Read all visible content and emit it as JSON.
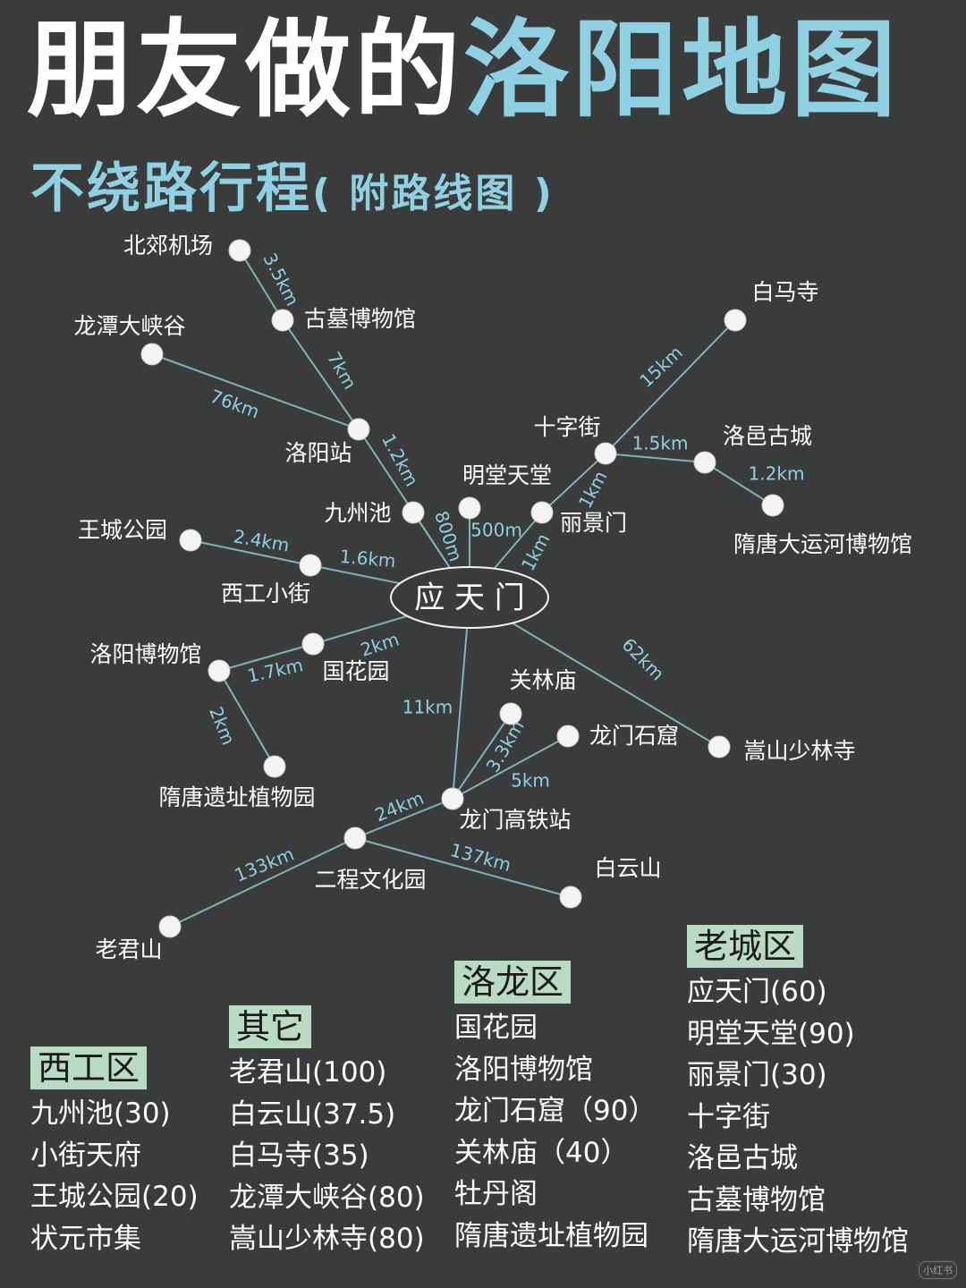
{
  "title": {
    "part1": "朋友做的",
    "part2": "洛阳地图"
  },
  "subtitle": {
    "main": "不绕路行程",
    "paren": "( 附路线图 )"
  },
  "colors": {
    "background": "#3a3b3b",
    "accent": "#8fd0e2",
    "line": "#7fb3b8",
    "node": "#f4f4f4",
    "tag": "#b9dbc3"
  },
  "map": {
    "center": "应 天 门",
    "nodes": [
      {
        "id": "beijiao",
        "label": "北郊机场"
      },
      {
        "id": "gumu",
        "label": "古墓博物馆"
      },
      {
        "id": "longtan",
        "label": "龙潭大峡谷"
      },
      {
        "id": "luoyangzhan",
        "label": "洛阳站"
      },
      {
        "id": "jiuzhouchi",
        "label": "九州池"
      },
      {
        "id": "mingtang",
        "label": "明堂天堂"
      },
      {
        "id": "lijingmen",
        "label": "丽景门"
      },
      {
        "id": "shizijie",
        "label": "十字街"
      },
      {
        "id": "baimasi",
        "label": "白马寺"
      },
      {
        "id": "luoyi",
        "label": "洛邑古城"
      },
      {
        "id": "suitangyunhe",
        "label": "隋唐大运河博物馆"
      },
      {
        "id": "wangcheng",
        "label": "王城公园"
      },
      {
        "id": "xigong",
        "label": "西工小街"
      },
      {
        "id": "guohua",
        "label": "国花园"
      },
      {
        "id": "bowuguan",
        "label": "洛阳博物馆"
      },
      {
        "id": "zhiwuyuan",
        "label": "隋唐遗址植物园"
      },
      {
        "id": "shaolin",
        "label": "嵩山少林寺"
      },
      {
        "id": "guanlin",
        "label": "关林庙"
      },
      {
        "id": "longmen",
        "label": "龙门石窟"
      },
      {
        "id": "gaotie",
        "label": "龙门高铁站"
      },
      {
        "id": "ercheng",
        "label": "二程文化园"
      },
      {
        "id": "baiyun",
        "label": "白云山"
      },
      {
        "id": "laojun",
        "label": "老君山"
      }
    ],
    "edges": [
      {
        "from": "beijiao",
        "to": "gumu",
        "distance": "3.5km"
      },
      {
        "from": "gumu",
        "to": "luoyangzhan",
        "distance": "7km"
      },
      {
        "from": "longtan",
        "to": "luoyangzhan",
        "distance": "76km"
      },
      {
        "from": "luoyangzhan",
        "to": "center",
        "distance": "1.2km"
      },
      {
        "from": "jiuzhouchi",
        "to": "center",
        "distance": "800m"
      },
      {
        "from": "mingtang",
        "to": "center",
        "distance": "500m"
      },
      {
        "from": "lijingmen",
        "to": "center",
        "distance": "1km"
      },
      {
        "from": "shizijie",
        "to": "lijingmen",
        "distance": "1km"
      },
      {
        "from": "shizijie",
        "to": "baimasi",
        "distance": "15km"
      },
      {
        "from": "shizijie",
        "to": "luoyi",
        "distance": "1.5km"
      },
      {
        "from": "luoyi",
        "to": "suitangyunhe",
        "distance": "1.2km"
      },
      {
        "from": "wangcheng",
        "to": "xigong",
        "distance": "2.4km"
      },
      {
        "from": "xigong",
        "to": "center",
        "distance": "1.6km"
      },
      {
        "from": "center",
        "to": "guohua",
        "distance": "2km"
      },
      {
        "from": "guohua",
        "to": "bowuguan",
        "distance": "1.7km"
      },
      {
        "from": "bowuguan",
        "to": "zhiwuyuan",
        "distance": "2km"
      },
      {
        "from": "center",
        "to": "shaolin",
        "distance": "62km"
      },
      {
        "from": "center",
        "to": "gaotie",
        "distance": "11km"
      },
      {
        "from": "gaotie",
        "to": "guanlin",
        "distance": "3.3km"
      },
      {
        "from": "gaotie",
        "to": "longmen",
        "distance": "5km"
      },
      {
        "from": "gaotie",
        "to": "ercheng",
        "distance": "24km"
      },
      {
        "from": "ercheng",
        "to": "baiyun",
        "distance": "137km"
      },
      {
        "from": "ercheng",
        "to": "laojun",
        "distance": "133km"
      }
    ]
  },
  "districts": [
    {
      "id": "xigong",
      "name": "西工区",
      "items": [
        "九州池(30)",
        "小街天府",
        "王城公园(20)",
        "状元市集"
      ]
    },
    {
      "id": "other",
      "name": "其它",
      "items": [
        "老君山(100)",
        "白云山(37.5)",
        "白马寺(35)",
        "龙潭大峡谷(80)",
        "嵩山少林寺(80)"
      ]
    },
    {
      "id": "luolong",
      "name": "洛龙区",
      "items": [
        "国花园",
        "洛阳博物馆",
        "龙门石窟（90）",
        "关林庙（40）",
        "牡丹阁",
        "隋唐遗址植物园"
      ]
    },
    {
      "id": "laocheng",
      "name": "老城区",
      "items": [
        "应天门(60)",
        "明堂天堂(90)",
        "丽景门(30)",
        "十字街",
        "洛邑古城",
        "古墓博物馆",
        "隋唐大运河博物馆"
      ]
    }
  ],
  "watermark": "小红书"
}
